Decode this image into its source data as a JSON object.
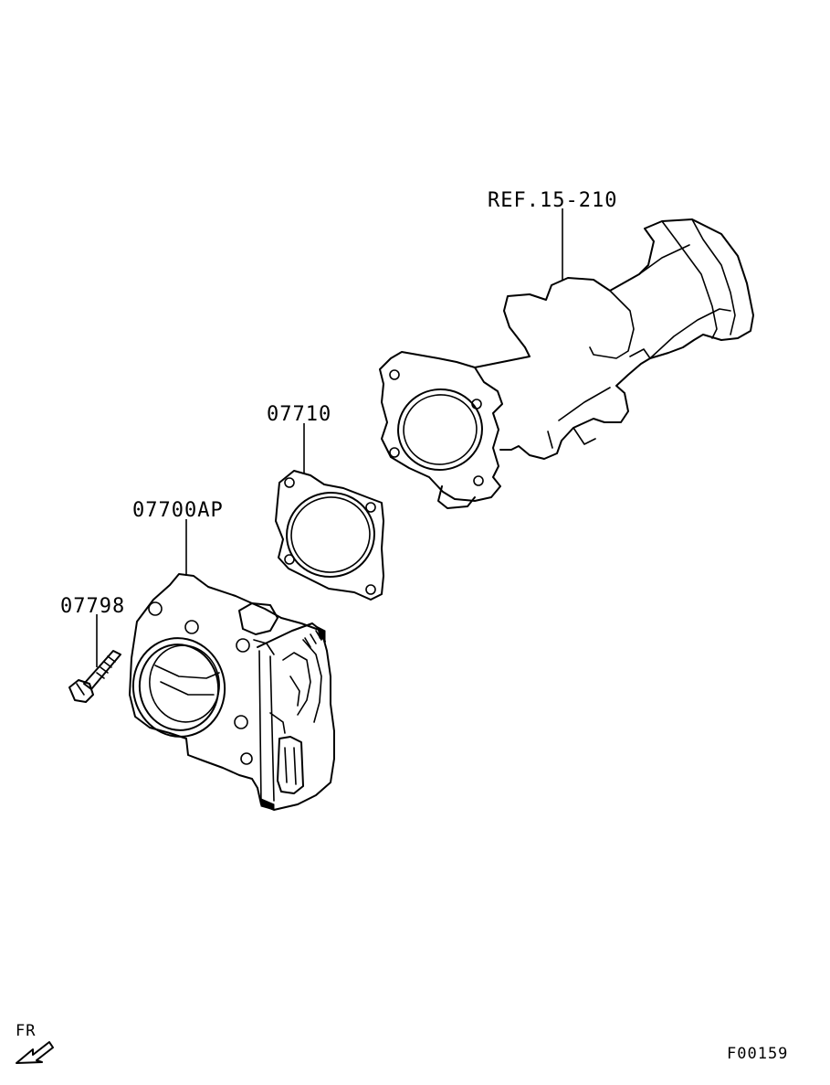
{
  "diagram": {
    "callouts": {
      "manifold_ref": "REF.15-210",
      "gasket": "07710",
      "throttle_body": "07700AP",
      "bolt": "07798"
    },
    "orientation_label": "FR",
    "figure_code": "F00159"
  }
}
